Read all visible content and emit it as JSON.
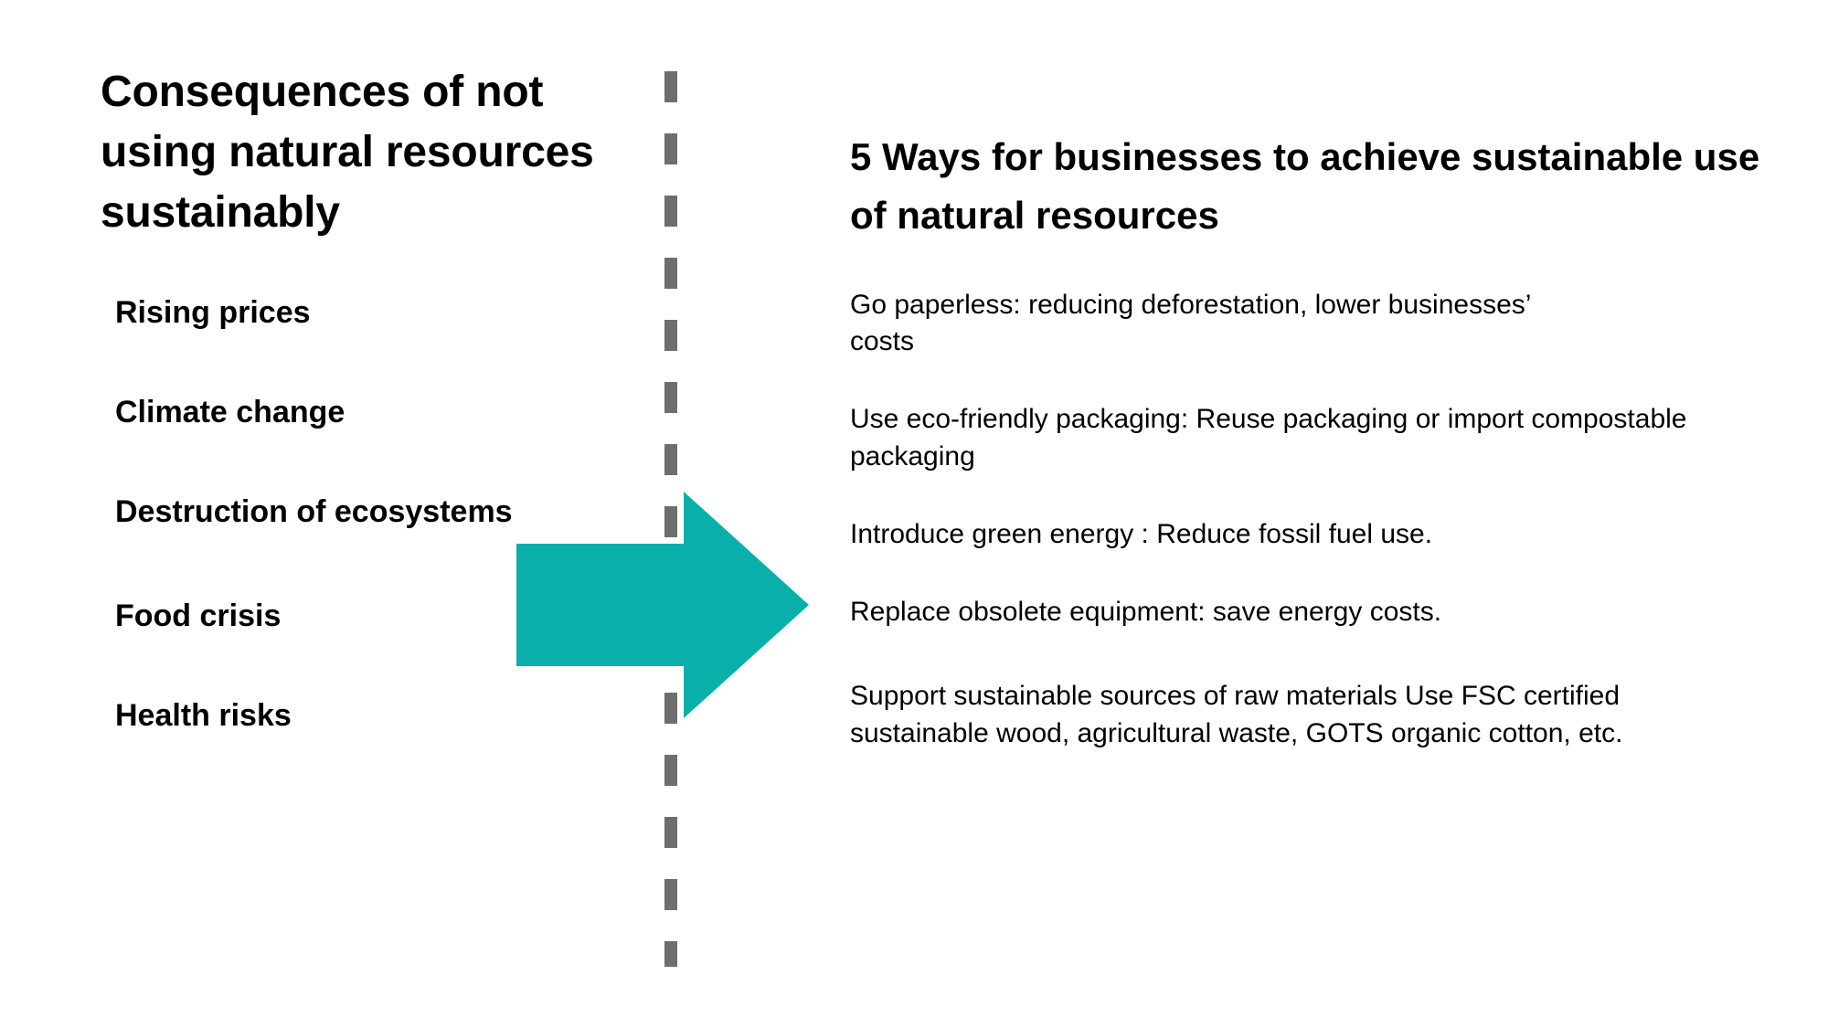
{
  "slide": {
    "background_color": "#ffffff",
    "accent_color": "#0BAFAA",
    "divider_color": "#6e6e6e",
    "text_color": "#000000"
  },
  "left": {
    "heading": "Consequences of not using natural resources sustainably",
    "items": [
      {
        "label": "Rising prices"
      },
      {
        "label": "Climate change"
      },
      {
        "label": "Destruction of ecosystems"
      },
      {
        "label": "Food crisis"
      },
      {
        "label": "Health risks"
      }
    ]
  },
  "arrow": {
    "icon": "right-arrow-icon",
    "color": "#0BAFAA",
    "direction": "right"
  },
  "right": {
    "heading": "5 Ways for businesses to achieve sustainable use of natural resources",
    "items": [
      {
        "text": "Go paperless: reducing deforestation, lower businesses’ costs"
      },
      {
        "text": "Use eco-friendly packaging: Reuse packaging or import compostable packaging"
      },
      {
        "text": "Introduce green energy : Reduce fossil fuel use."
      },
      {
        "text": "Replace obsolete equipment: save energy costs."
      },
      {
        "text": "Support sustainable sources of raw materials Use FSC certified sustainable wood, agricultural waste, GOTS organic cotton, etc."
      }
    ]
  }
}
